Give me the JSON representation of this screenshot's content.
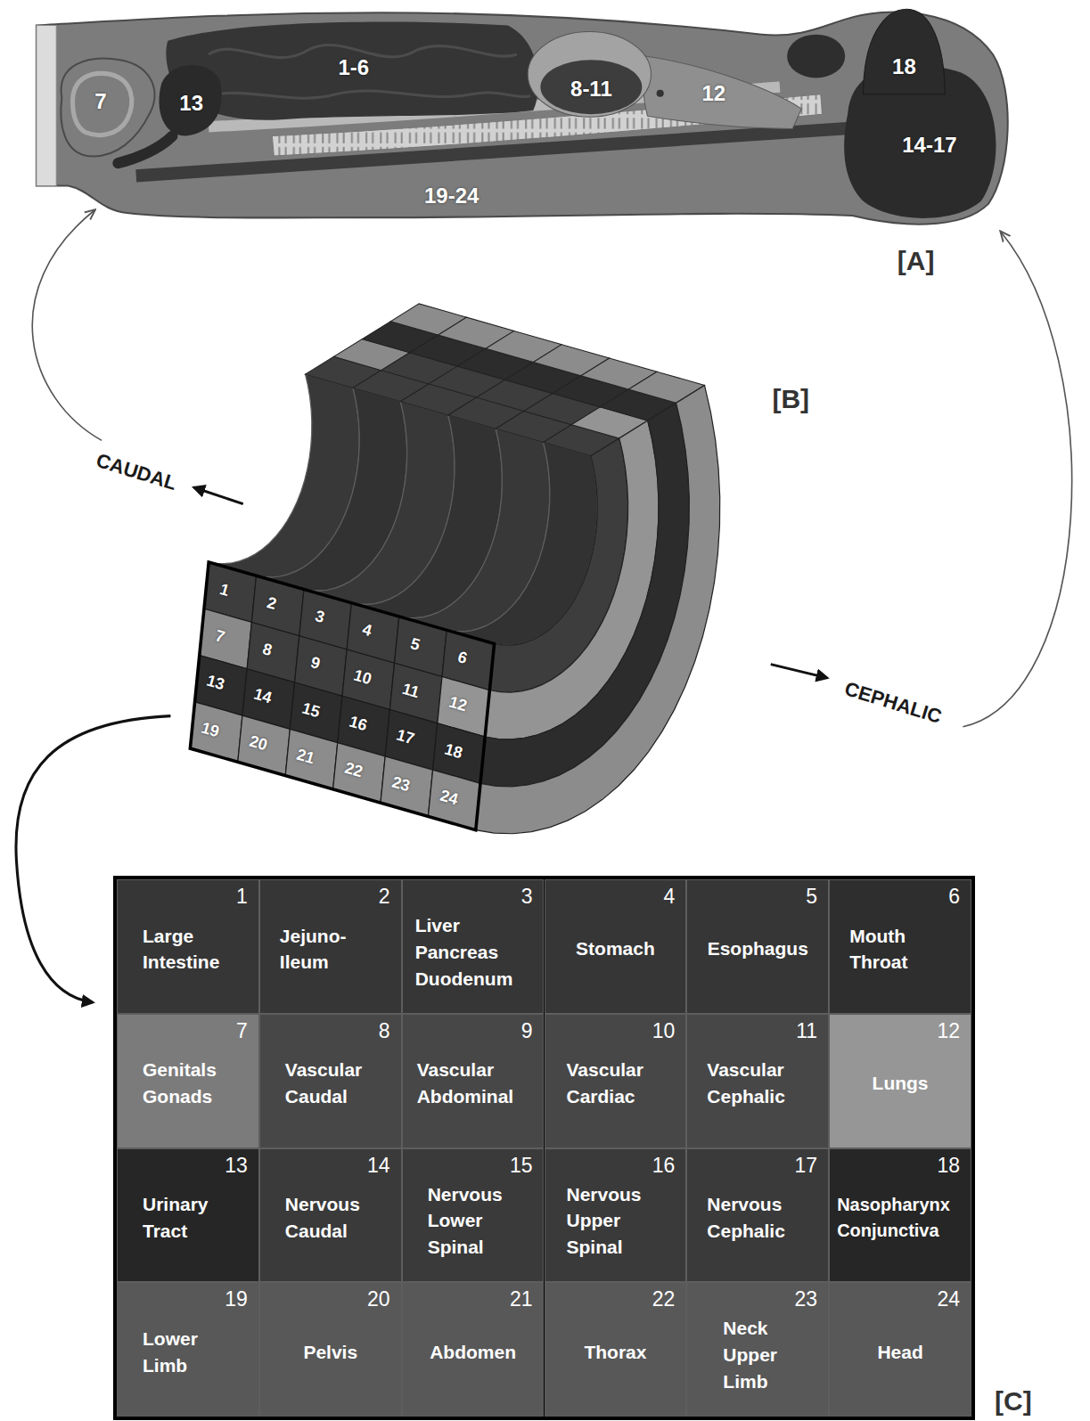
{
  "diagram": {
    "nodes": [
      {
        "text": [
          "[C]"
        ]
      },
      {
        "text": [
          "1",
          "Large Intestine"
        ],
        "in": 0
      },
      {
        "text": [
          "2",
          "Jejuno- Ileum"
        ],
        "in": 0
      },
      {
        "text": [
          "3",
          "Liver Pancreas Duodenum"
        ],
        "in": 0
      },
      {
        "text": [
          "4",
          "Stomach"
        ],
        "in": 0
      },
      {
        "text": [
          "5",
          "Esophagus"
        ],
        "in": 0
      },
      {
        "text": [
          "6",
          "Mouth Throat"
        ],
        "in": 0
      },
      {
        "text": [
          "7",
          "Genitals Gonads"
        ],
        "in": 0
      },
      {
        "text": [
          "8",
          "Vascular Caudal"
        ],
        "in": 0
      },
      {
        "text": [
          "9",
          "Vascular Abdominal"
        ],
        "in": 0
      },
      {
        "text": [
          "10",
          "Vascular Cardiac"
        ],
        "in": 0
      },
      {
        "text": [
          "11",
          "Vascular Cephalic"
        ],
        "in": 0
      },
      {
        "text": [
          "12",
          "Lungs"
        ],
        "in": 0
      },
      {
        "text": [
          "13",
          "Urinary Tract"
        ],
        "in": 0
      },
      {
        "text": [
          "14",
          "Nervous Caudal"
        ],
        "in": 0
      },
      {
        "text": [
          "15",
          "Nervous Lower Spinal"
        ],
        "in": 0
      },
      {
        "text": [
          "16",
          "Nervous Upper Spinal"
        ],
        "in": 0
      },
      {
        "text": [
          "17",
          "Nervous Cephalic"
        ],
        "in": 0
      },
      {
        "text": [
          "18",
          "Nasopharynx Conjunctiva"
        ],
        "in": 0
      },
      {
        "text": [
          "19",
          "Lower Limb"
        ],
        "in": 0
      },
      {
        "text": [
          "20",
          "Pelvis"
        ],
        "in": 0
      },
      {
        "text": [
          "21",
          "Abdomen"
        ],
        "in": 0
      },
      {
        "text": [
          "22",
          "Thorax"
        ],
        "in": 0
      },
      {
        "text": [
          "23",
          "Neck Upper Limb"
        ],
        "in": 0
      },
      {
        "text": [
          "24",
          "Head"
        ],
        "in": 0
      }
    ],
    "labels": [
      "1-6",
      "8-11",
      "18",
      "7",
      "13",
      "12",
      "14-17",
      "19-24",
      "[A]",
      "[B]",
      "CAUDAL",
      "1",
      "2",
      "3",
      "4",
      "5",
      "6",
      "7",
      "8",
      "9",
      "10",
      "11",
      "12",
      "13",
      "14",
      "15",
      "16",
      "17",
      "18",
      "19",
      "20",
      "21",
      "22",
      "23",
      "24",
      "CEPHALIC"
    ]
  }
}
